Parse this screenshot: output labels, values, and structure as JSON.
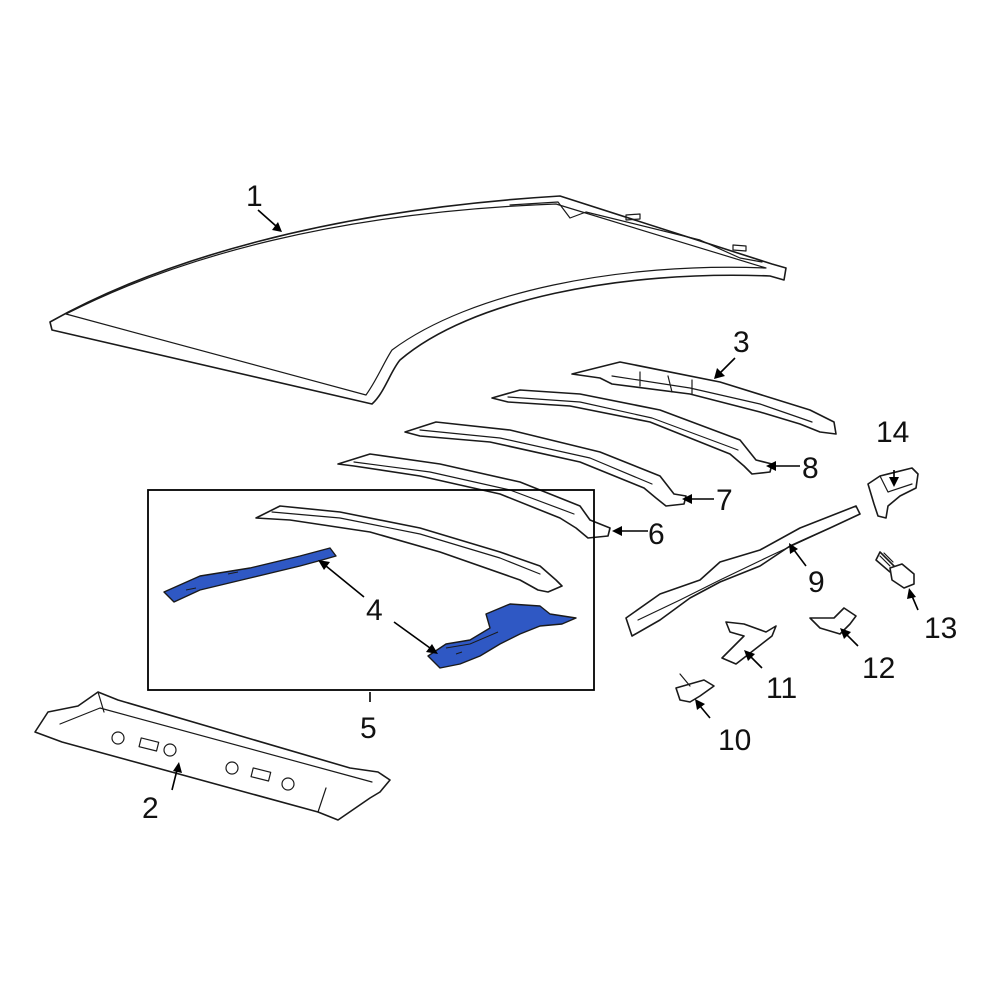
{
  "colors": {
    "line": "#1a1a1a",
    "highlight": "#2f58c4",
    "background": "#ffffff"
  },
  "callouts": {
    "c1": "1",
    "c2": "2",
    "c3": "3",
    "c4": "4",
    "c5": "5",
    "c6": "6",
    "c7": "7",
    "c8": "8",
    "c9": "9",
    "c10": "10",
    "c11": "11",
    "c12": "12",
    "c13": "13",
    "c14": "14"
  }
}
